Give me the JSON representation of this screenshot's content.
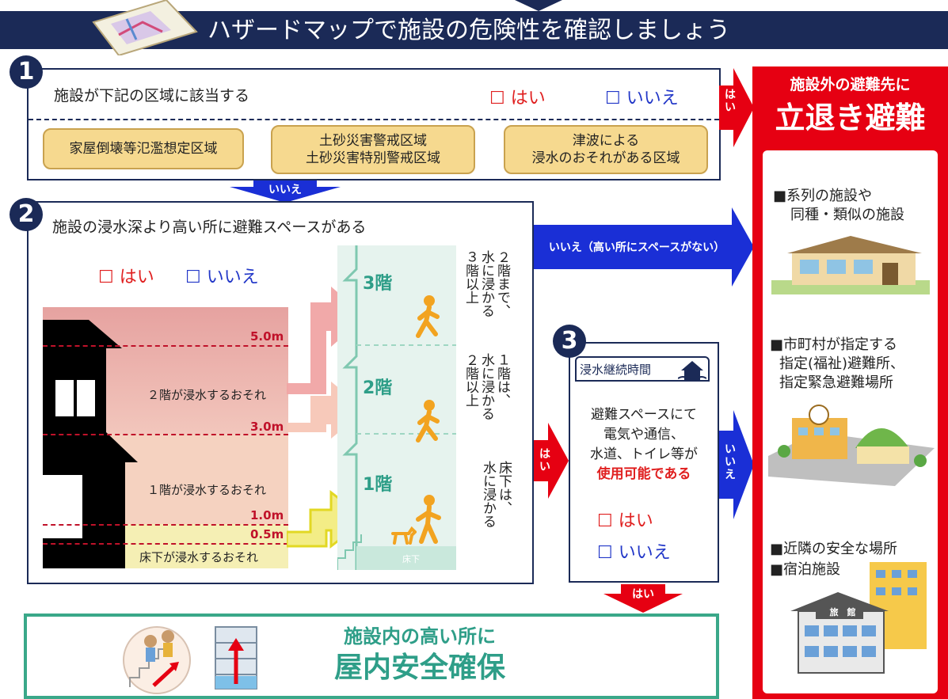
{
  "header": {
    "title": "ハザードマップで施設の危険性を確認しましょう"
  },
  "step1": {
    "number": "1",
    "question": "施設が下記の区域に該当する",
    "yes": "☐ はい",
    "no": "☐ いいえ",
    "areas": [
      {
        "line1": "家屋倒壊等氾濫想定区域",
        "line2": ""
      },
      {
        "line1": "土砂災害警戒区域",
        "line2": "土砂災害特別警戒区域"
      },
      {
        "line1": "津波による",
        "line2": "浸水のおそれがある区域"
      }
    ],
    "no_arrow": "いいえ",
    "yes_arrow": "はい"
  },
  "step2": {
    "number": "2",
    "question": "施設の浸水深より高い所に避難スペースがある",
    "yes": "☐ はい",
    "no": "☐ いいえ",
    "no_arrow": "いいえ（高い所にスペースがない）",
    "levels": [
      {
        "meter": "5.0m"
      },
      {
        "meter": "3.0m"
      },
      {
        "meter": "1.0m"
      },
      {
        "meter": "0.5m"
      }
    ],
    "risks": [
      "２階が浸水するおそれ",
      "１階が浸水するおそれ",
      "床下が浸水するおそれ"
    ],
    "floors": [
      "3階",
      "2階",
      "1階"
    ],
    "floor_small": "床下",
    "notes": [
      {
        "a": "２階まで、",
        "b": "水に浸かる",
        "c": "３階以上"
      },
      {
        "a": "１階は、",
        "b": "水に浸かる",
        "c": "２階以上"
      },
      {
        "a": "床下は、",
        "b": "水に浸かる",
        "c": ""
      }
    ],
    "yes_arrow": "はい"
  },
  "step3": {
    "number": "3",
    "tab": "浸水継続時間",
    "body1": "避難スペースにて",
    "body2": "電気や通信、",
    "body3": "水道、トイレ等が",
    "body4": "使用可能である",
    "yes": "☐ はい",
    "no": "☐ いいえ",
    "no_arrow": "いいえ",
    "yes_arrow": "はい"
  },
  "right": {
    "title1": "施設外の避難先に",
    "title2": "立退き避難",
    "item1a": "■系列の施設や",
    "item1b": "同種・類似の施設",
    "item2a": "■市町村が指定する",
    "item2b": "指定(福祉)避難所、",
    "item2c": "指定緊急避難場所",
    "item3a": "■近隣の安全な場所",
    "item3b": "■宿泊施設",
    "inn_sign": "旅　館"
  },
  "bottom": {
    "line1": "施設内の高い所に",
    "line2": "屋内安全確保"
  },
  "colors": {
    "navy": "#1b2a57",
    "red": "#e60012",
    "blue_arrow": "#1a2fd6",
    "green": "#3aa889",
    "tag": "#f6d98f"
  }
}
